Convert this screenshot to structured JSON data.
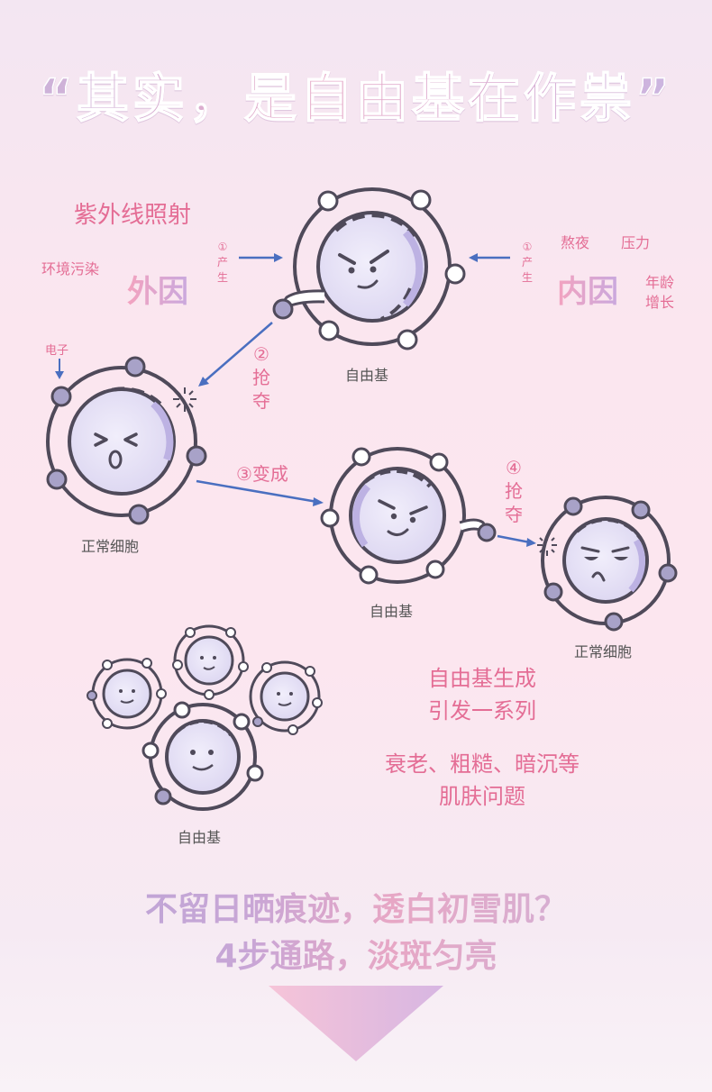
{
  "title": "“其实，是自由基在作祟”",
  "factors": {
    "uv": "紫外线照射",
    "pollution": "环境污染",
    "external": "外因",
    "internal": "内因",
    "late_night": "熬夜",
    "pressure": "压力",
    "aging_1": "年龄",
    "aging_2": "增长",
    "produce_left": [
      "①",
      "产",
      "生"
    ],
    "produce_right": [
      "①",
      "产",
      "生"
    ]
  },
  "steps": {
    "step2": [
      "②",
      "抢",
      "夺"
    ],
    "step3": "③变成",
    "step4": [
      "④",
      "抢",
      "夺"
    ]
  },
  "labels": {
    "free_radical_top": "自由基",
    "normal_cell_left": "正常细胞",
    "electron": "电子",
    "free_radical_mid": "自由基",
    "normal_cell_right": "正常细胞",
    "free_radical_cluster": "自由基"
  },
  "summary": {
    "line1": "自由基生成",
    "line2": "引发一系列",
    "line3": "衰老、粗糙、暗沉等",
    "line4": "肌肤问题"
  },
  "bottom": {
    "line1": "不留日晒痕迹，透白初雪肌？",
    "line2": "4步通路，淡斑匀亮"
  },
  "colors": {
    "accent_pink": "#e46d95",
    "arrow_blue": "#4a6fc0",
    "cell_outline": "#4f4a5a",
    "cell_fill": "#e7e2f5",
    "electron_fill": "#a8a2c8"
  }
}
